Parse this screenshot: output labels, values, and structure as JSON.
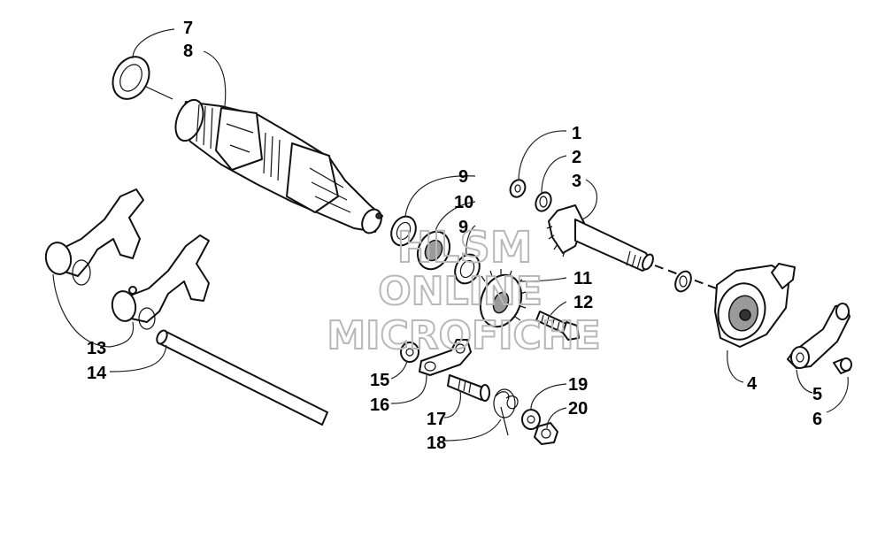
{
  "callouts": {
    "c1": "1",
    "c2": "2",
    "c3": "3",
    "c4": "4",
    "c5": "5",
    "c6": "6",
    "c7": "7",
    "c8": "8",
    "c9a": "9",
    "c10": "10",
    "c9b": "9",
    "c11": "11",
    "c12": "12",
    "c13": "13",
    "c14": "14",
    "c15": "15",
    "c16": "16",
    "c17": "17",
    "c18": "18",
    "c19": "19",
    "c20": "20"
  },
  "watermark": {
    "line1": "HLSM",
    "line2": "ONLINE",
    "line3": "MICROFICHE"
  }
}
